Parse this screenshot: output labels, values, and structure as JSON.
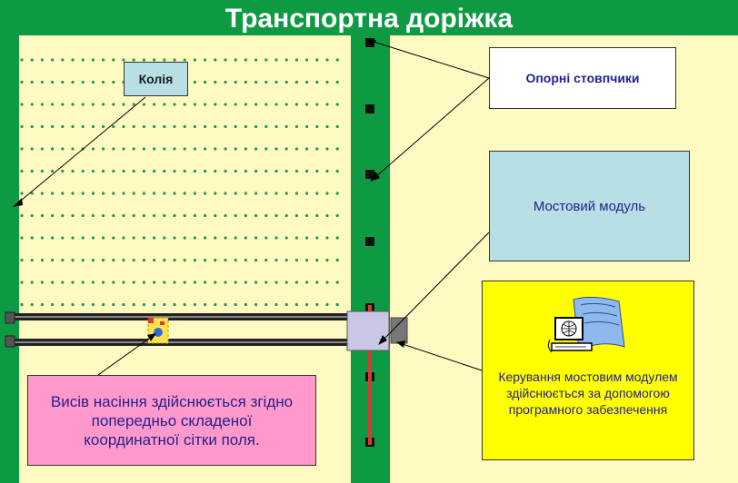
{
  "title": "Транспортна доріжка",
  "labels": {
    "track": "Колія",
    "support_posts": "Опорні стовпчики",
    "bridge_module": "Мостовий модуль",
    "control": "Керування мостовим модулем здійснюється за допомогою програмного забезпечення",
    "seeding": "Висів насіння здійснюється згідно попередньо складеної координатної сітки поля."
  },
  "colors": {
    "background_green": "#0e9a43",
    "field_yellow": "#fff9c2",
    "dot_green": "#1f9a4a",
    "rail_dark": "#222222",
    "rail_red": "#d83a3a"
  }
}
